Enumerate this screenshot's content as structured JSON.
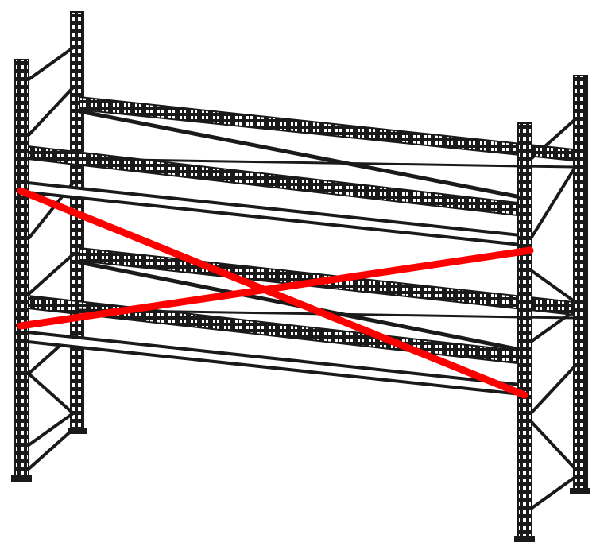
{
  "illustration": {
    "subject": "pallet-racking",
    "line_color": "#1a1a1a",
    "fill_color": "#ffffff",
    "cross_color": "#ff0000",
    "parts": [
      "uprights",
      "beams",
      "decks",
      "side-bracing",
      "red-cross-mark"
    ]
  }
}
